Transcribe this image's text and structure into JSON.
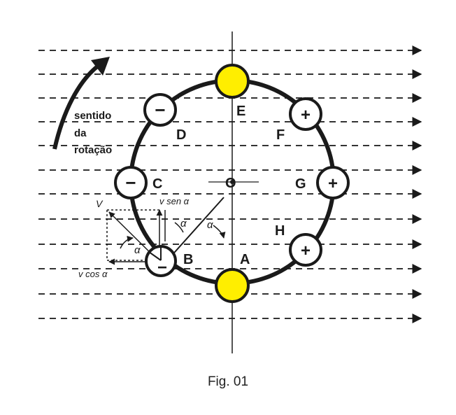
{
  "labels": {
    "rotation_line1": "sentido",
    "rotation_line2": "da",
    "rotation_line3": "rotação",
    "center": "O",
    "A": "A",
    "B": "B",
    "C": "C",
    "D": "D",
    "E": "E",
    "F": "F",
    "G": "G",
    "H": "H",
    "V": "V",
    "v_sen": "v sen α",
    "v_cos": "v cos α",
    "alpha": "α"
  },
  "signs": {
    "minus": "−",
    "plus": "+"
  },
  "caption": "Fig. 01",
  "colors": {
    "neutral_fill": "#ffee00",
    "line": "#1a1a1a",
    "field": "#333333"
  }
}
